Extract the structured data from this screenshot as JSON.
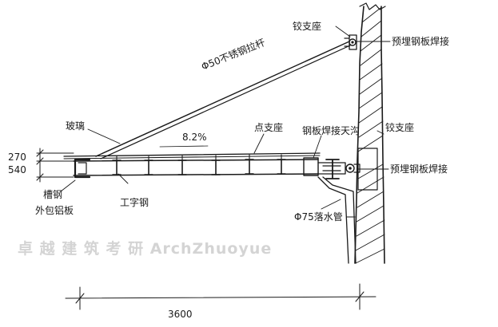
{
  "labels": {
    "hinge_support_top": "铰支座",
    "embedded_plate_weld_top": "预埋钢板焊接",
    "tie_rod": "Φ50不锈钢拉杆",
    "glass": "玻璃",
    "slope": "8.2%",
    "point_support": "点支座",
    "steel_gutter": "钢板焊接天沟",
    "hinge_support_right": "铰支座",
    "embedded_plate_weld_bottom": "预埋钢板焊接",
    "height_270": "270",
    "height_540": "540",
    "channel_steel_cladding": "槽钢\n外包铝板",
    "i_beam": "工字钢",
    "downpipe": "Φ75落水管",
    "span_dimension": "3600"
  },
  "watermark": "卓 越 建 筑 考 研 ArchZhuoyue"
}
